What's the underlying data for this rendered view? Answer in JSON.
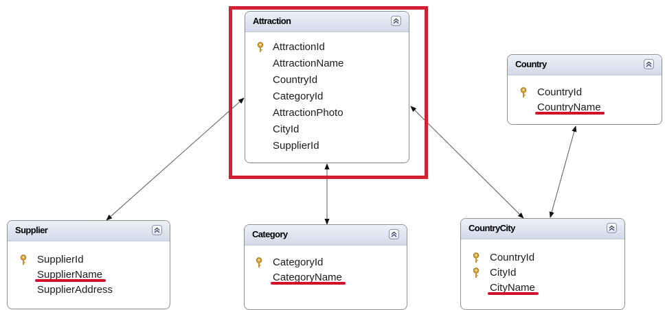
{
  "entities": {
    "attraction": {
      "title": "Attraction",
      "fields": [
        "AttractionId",
        "AttractionName",
        "CountryId",
        "CategoryId",
        "AttractionPhoto",
        "CityId",
        "SupplierId"
      ]
    },
    "country": {
      "title": "Country",
      "fields": [
        "CountryId",
        "CountryName"
      ]
    },
    "supplier": {
      "title": "Supplier",
      "fields": [
        "SupplierId",
        "SupplierName",
        "SupplierAddress"
      ]
    },
    "category": {
      "title": "Category",
      "fields": [
        "CategoryId",
        "CategoryName"
      ]
    },
    "countrycity": {
      "title": "CountryCity",
      "fields": [
        "CountryId",
        "CityId",
        "CityName"
      ]
    }
  },
  "colors": {
    "highlight": "#d31f30",
    "underline": "#d3102b",
    "key_icon": "#d9a43a",
    "connector": "#444444"
  },
  "icons": {
    "primary_key": "key-icon",
    "collapse": "chevron-up-icon"
  }
}
